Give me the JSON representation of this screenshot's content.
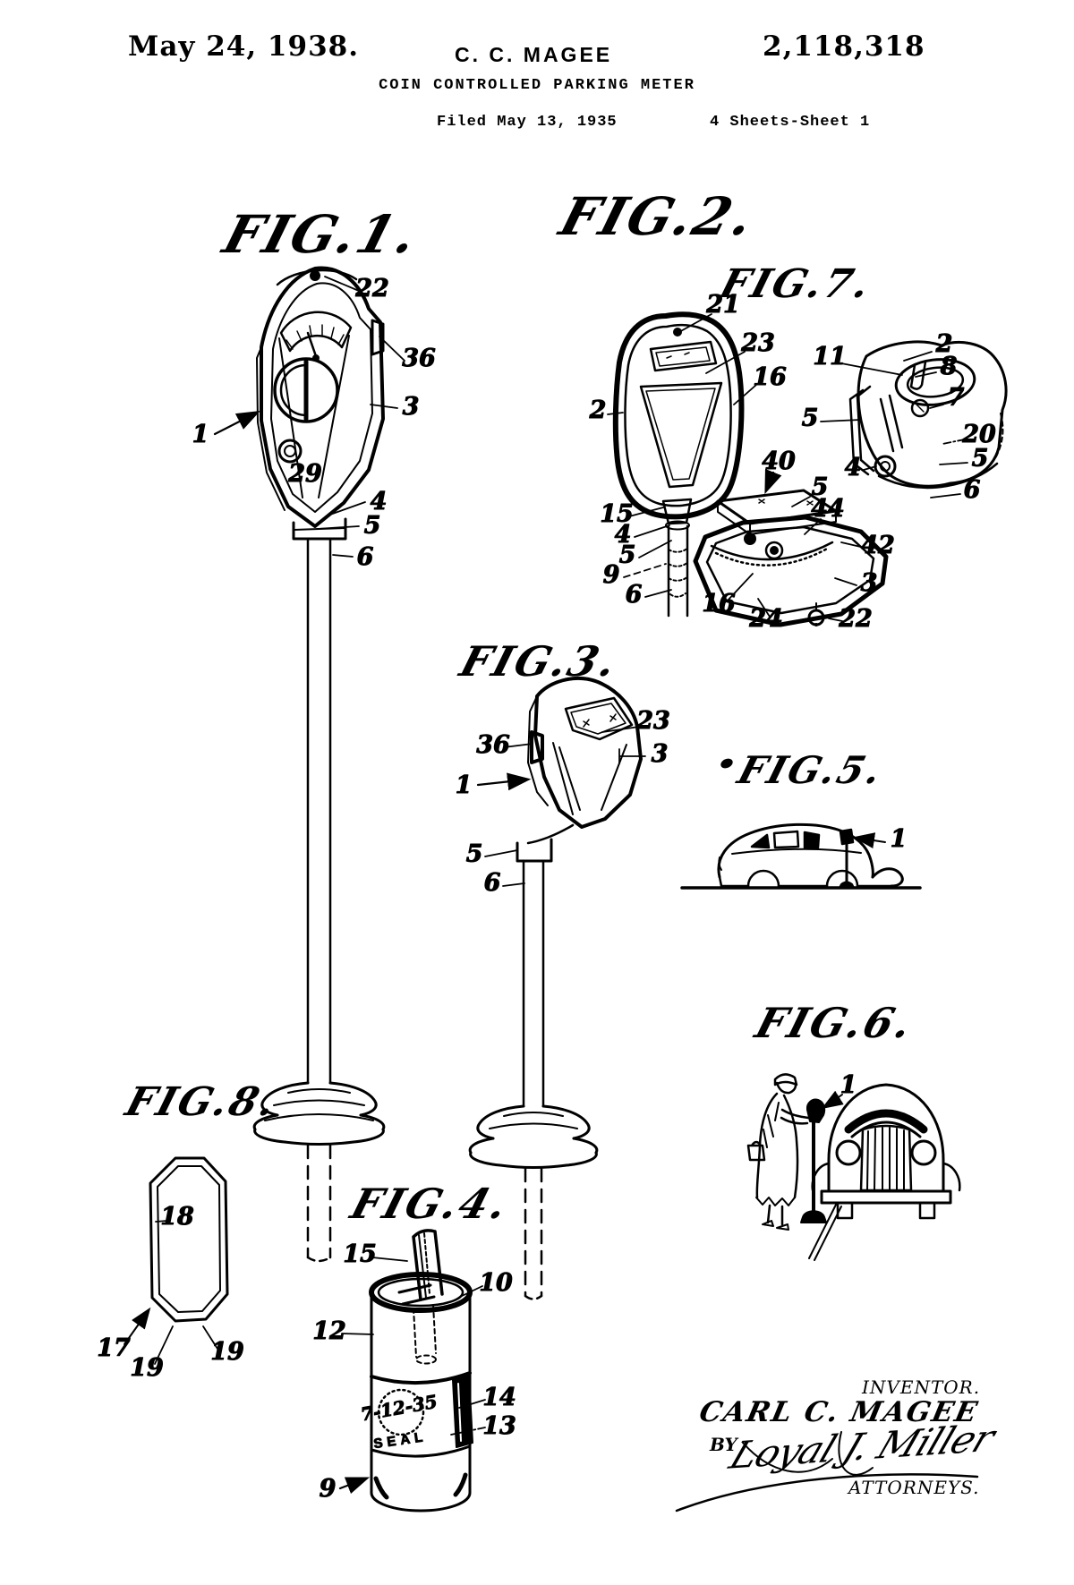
{
  "document": {
    "kind": "US patent drawing sheet",
    "paper_color": "#ffffff",
    "ink_color": "#000000"
  },
  "header": {
    "issue_date": "May 24, 1938.",
    "applicant": "C. C. MAGEE",
    "patent_number": "2,118,318",
    "title": "COIN CONTROLLED PARKING METER",
    "filed": "Filed May 13, 1935",
    "sheet": "4 Sheets-Sheet 1"
  },
  "figures": {
    "fig1": {
      "title": "FIG.1.",
      "refs": {
        "r22": "22",
        "r36": "36",
        "r3": "3",
        "r1": "1",
        "r29": "29",
        "r4": "4",
        "r5": "5",
        "r6": "6"
      }
    },
    "fig2": {
      "title": "FIG.2.",
      "refs": {
        "r21": "21",
        "r23": "23",
        "r16a": "16",
        "r2": "2",
        "r15": "15",
        "r4": "4",
        "r5a": "5",
        "r9": "9",
        "r6": "6",
        "r16b": "16",
        "r24": "24",
        "r22": "22",
        "r3": "3",
        "r42": "42",
        "r44": "44",
        "r5b": "5",
        "r40": "40"
      }
    },
    "fig7": {
      "title": "FIG.7.",
      "refs": {
        "r11": "11",
        "r2": "2",
        "r8": "8",
        "r7": "7",
        "r20": "20",
        "r5r": "5",
        "r6": "6",
        "r5l": "5",
        "r4": "4"
      }
    },
    "fig3": {
      "title": "FIG.3.",
      "refs": {
        "r36": "36",
        "r1": "1",
        "r23": "23",
        "r3": "3",
        "r5": "5",
        "r6": "6"
      }
    },
    "fig5": {
      "title": "FIG.5.",
      "refs": {
        "r1": "1"
      }
    },
    "fig6": {
      "title": "FIG.6.",
      "refs": {
        "r1": "1"
      }
    },
    "fig8": {
      "title": "FIG.8.",
      "refs": {
        "r18": "18",
        "r17": "17",
        "r19a": "19",
        "r19b": "19"
      }
    },
    "fig4": {
      "title": "FIG.4.",
      "refs": {
        "r15": "15",
        "r10": "10",
        "r12": "12",
        "r14": "14",
        "r13": "13",
        "r9": "9"
      },
      "seal_date": "7-12-35",
      "seal_word": "SEAL"
    }
  },
  "signature_block": {
    "inventor_label": "INVENTOR.",
    "inventor_name": "CARL C. MAGEE",
    "by_label": "BY",
    "attorney_signature": "Loyal J. Miller",
    "attorneys_label": "ATTORNEYS."
  }
}
